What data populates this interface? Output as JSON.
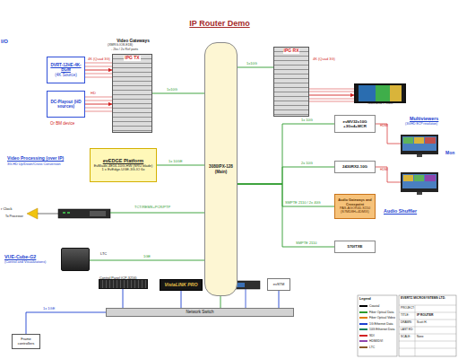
{
  "diagram": {
    "title": "IP Router Demo",
    "nodes": [
      {
        "text": [
          "DVRT-12HE-4K-BGM",
          "(4K Source)"
        ]
      },
      {
        "text": [
          "DC-Playout (HD sources)"
        ]
      },
      {
        "text": [
          "Video Gateways",
          "IPG TX"
        ]
      },
      {
        "text": [
          "3080IPX-128 (Main)"
        ]
      },
      {
        "text": [
          "IPG RX"
        ]
      },
      {
        "text": [
          "Tektronix Prism"
        ]
      },
      {
        "text": [
          "evMV32x10G +3Gx4+MCR"
        ]
      },
      {
        "text": [
          "2430RX2-10G"
        ]
      },
      {
        "text": [
          "Audio Gateways and Crosspoint",
          "PAS-AGOR40-S150 (S7MD8H+4DMIX)"
        ]
      },
      {
        "text": [
          "570ITXE"
        ]
      },
      {
        "text": [
          "evEDGE Platform",
          "EvBlade-4E16-10G-HW (SRU blade)",
          "1 x EvEdge-UGE-3G-IO 6x"
        ]
      },
      {
        "text": [
          "VUE-Cube-G2",
          "(Control and Visualizations)"
        ]
      },
      {
        "text": [
          "Control Panel (CP-3216)"
        ]
      },
      {
        "text": [
          "VistaLINK PRO"
        ]
      },
      {
        "text": [
          "evSTM"
        ]
      },
      {
        "text": [
          "Network Switch"
        ]
      },
      {
        "text": [
          "Frame controllers"
        ]
      }
    ],
    "edges": [
      {
        "from": 0,
        "to": 2,
        "arrow": "to"
      },
      {
        "from": 1,
        "to": 2,
        "arrow": "to"
      },
      {
        "from": 2,
        "to": 3,
        "label": "1x10G",
        "arrow": "none"
      },
      {
        "from": 3,
        "to": 4,
        "label": "1x10G",
        "arrow": "none"
      },
      {
        "from": 4,
        "to": 5,
        "arrow": "to"
      },
      {
        "from": 10,
        "to": 3,
        "label": "1x 10GE",
        "arrow": "none"
      },
      {
        "from": 3,
        "to": 6,
        "label": "1x 10G",
        "arrow": "none"
      },
      {
        "from": 3,
        "to": 7,
        "label": "2x 10G",
        "arrow": "none"
      },
      {
        "from": 3,
        "to": 8,
        "label": "SMPTE 2110 / 2x 40G",
        "arrow": "none"
      },
      {
        "from": 3,
        "to": 9,
        "label": "SMPTE 2110",
        "arrow": "none"
      },
      {
        "from": 11,
        "to": 3,
        "label": "1GE",
        "arrow": "none"
      },
      {
        "from": 12,
        "to": 15,
        "arrow": "none"
      },
      {
        "from": 13,
        "to": 15,
        "arrow": "none"
      },
      {
        "from": 14,
        "to": 15,
        "arrow": "none"
      },
      {
        "from": 3,
        "to": 15,
        "arrow": "none"
      },
      {
        "from": 16,
        "to": 15,
        "label": "1x 1GE",
        "arrow": "none"
      }
    ],
    "labels": [
      "I/O",
      "(XMRG-IO8-E1B)",
      "- 2ks / 2x Ref ports",
      "4K (Quad 3G)",
      "HD",
      "Or BM device",
      "4K (Quad 3G)",
      "Video Processing (over IP)",
      "3G-HD Up/Down/Cross Conversion",
      "Multiviewers",
      "(3G/HD ECP resolution)",
      "Audio Shuffler",
      "Mon",
      "r Clock",
      "To Processor",
      "TCT/REMS+PCR/PTP",
      "LTC",
      "EVERTZ MICROSYSTEMS LTD.",
      "PROJECT:",
      "TITLE:",
      "IP ROUTER",
      "DRAWN:",
      "Scott H.",
      "LAST ED:",
      "SCALE:",
      "None",
      "HDMI",
      "HDMI",
      "Legend"
    ],
    "legend": [
      {
        "text": "Coaxial",
        "color": "#000000"
      },
      {
        "text": "Fiber Optical Data",
        "color": "#2e9b2e"
      },
      {
        "text": "Fiber Optical Video",
        "color": "#e07b00"
      },
      {
        "text": "1G Ethernet Data",
        "color": "#1c3fd0"
      },
      {
        "text": "10G Ethernet Data",
        "color": "#0a7d5a"
      },
      {
        "text": "SDI",
        "color": "#d22222"
      },
      {
        "text": "HDMI/DVI",
        "color": "#8e44ad"
      },
      {
        "text": "LTC",
        "color": "#8b5a2b"
      }
    ]
  }
}
